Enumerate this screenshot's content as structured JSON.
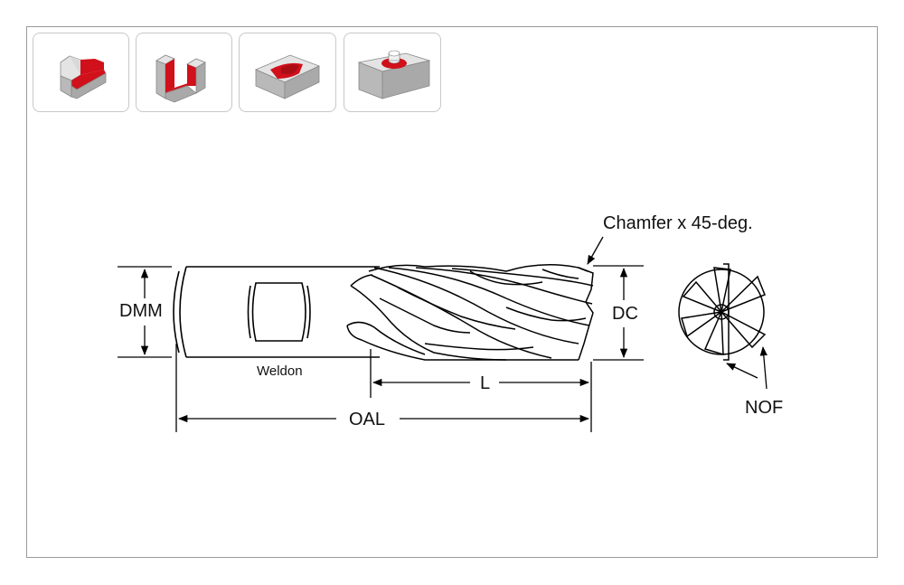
{
  "toolbar": {
    "buttons": [
      {
        "icon": "shoulder-milling-icon"
      },
      {
        "icon": "slotting-icon"
      },
      {
        "icon": "pocket-milling-icon"
      },
      {
        "icon": "plunge-drilling-icon"
      }
    ]
  },
  "diagram": {
    "labels": {
      "chamfer": "Chamfer x 45-deg.",
      "dmm": "DMM",
      "dc": "DC",
      "weldon": "Weldon",
      "l": "L",
      "oal": "OAL",
      "nof": "NOF"
    }
  },
  "colors": {
    "accent": "#d0101a",
    "block_top": "#e4e4e4",
    "block_side": "#a9a9a9",
    "line": "#000000"
  }
}
